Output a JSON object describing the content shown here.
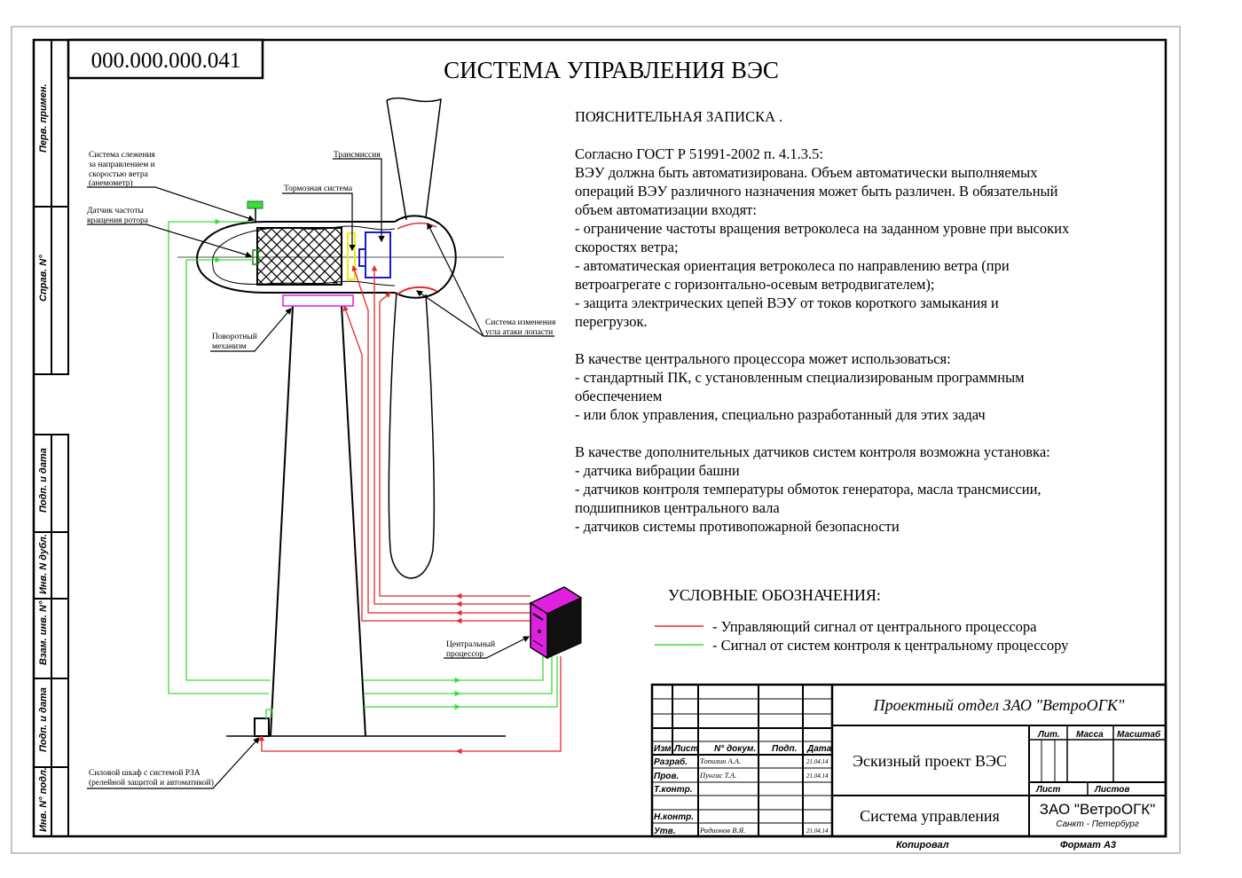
{
  "doc_code": "000.000.000.041",
  "title": "СИСТЕМА УПРАВЛЕНИЯ ВЭС",
  "side_strip": [
    "Перв. примен.",
    "Справ. N°",
    "Подп. и дата",
    "Инв. N дубл.",
    "Взам. инв. N°",
    "Подп. и дата",
    "Инв. N° подл."
  ],
  "callouts": {
    "anemometer": [
      "Система слежения",
      "за направлением и",
      "скоростью ветра",
      "(анемометр)"
    ],
    "rotor_sensor": [
      "Датчик частоты",
      "вращения ротора"
    ],
    "transmission": "Трансмиссия",
    "brake": "Тормозная система",
    "yaw": [
      "Поворотный",
      "механизм"
    ],
    "pitch": [
      "Система изменения",
      "угла атаки лопасти"
    ],
    "cpu": [
      "Центральный",
      "процессор"
    ],
    "cabinet": [
      "Силовой шкаф с системой РЗА",
      "(релейной защитой и автоматикой)"
    ]
  },
  "note": {
    "heading": "ПОЯСНИТЕЛЬНАЯ  ЗАПИСКА .",
    "p1": [
      "Согласно ГОСТ Р 51991-2002 п. 4.1.3.5:",
      "ВЭУ должна быть автоматизирована. Объем автоматически выполняемых",
      "операций ВЭУ различного назначения может быть различен. В обязательный",
      "объем автоматизации входят:",
      "- ограничение частоты вращения ветроколеса на заданном уровне при высоких",
      "скоростях ветра;",
      "- автоматическая ориентация ветроколеса по направлению ветра (при",
      "ветроагрегате с горизонтально-осевым ветродвигателем);",
      "- защита электрических цепей ВЭУ от токов короткого замыкания и",
      "перегрузок."
    ],
    "p2": [
      "В качестве центрального процессора может использоваться:",
      "- стандартный ПК, с установленным специализированым программным",
      "обеспечением",
      "- или блок управления, специально разработанный для этих задач"
    ],
    "p3": [
      "В качестве дополнительных датчиков систем контроля возможна установка:",
      "- датчика вибрации башни",
      "- датчиков контроля температуры обмоток генератора, масла трансмиссии,",
      "подшипников центрального вала",
      "- датчиков системы противопожарной безопасности"
    ]
  },
  "legend": {
    "title": "УСЛОВНЫЕ ОБОЗНАЧЕНИЯ:",
    "items": [
      {
        "label": "- Управляющий сигнал от центрального процессора",
        "color": "#e8282a"
      },
      {
        "label": "- Сигнал от систем контроля к центральному процессору",
        "color": "#3cdc3c"
      }
    ]
  },
  "title_block": {
    "dept": "Проектный отдел ЗАО \"ВетроОГК\"",
    "project": "Эскизный проект ВЭС",
    "sheet_name": "Система управления",
    "org": "ЗАО \"ВетроОГК\"",
    "city": "Санкт - Петербург",
    "headers": [
      "Изм",
      "Лист",
      "N° докум.",
      "Подп.",
      "Дата"
    ],
    "lit": "Лит.",
    "mass": "Масса",
    "scale": "Масштаб",
    "sheet": "Лист",
    "sheets": "Листов",
    "rows": [
      {
        "role": "Разраб.",
        "name": "Топилин А.А.",
        "date": "21.04.14"
      },
      {
        "role": "Пров.",
        "name": "Пунгас Т.А.",
        "date": "21.04.14"
      },
      {
        "role": "Т.контр.",
        "name": "",
        "date": ""
      },
      {
        "role": "",
        "name": "",
        "date": ""
      },
      {
        "role": "Н.контр.",
        "name": "",
        "date": ""
      },
      {
        "role": "Утв.",
        "name": "Радионов В.Я.",
        "date": "21.04.14"
      }
    ],
    "copied": "Копировал",
    "format": "Формат  А3"
  },
  "colors": {
    "red": "#e8282a",
    "green": "#3cdc3c",
    "magenta": "#e020e0",
    "blue": "#1a1ad0",
    "yellow": "#f0f000"
  }
}
